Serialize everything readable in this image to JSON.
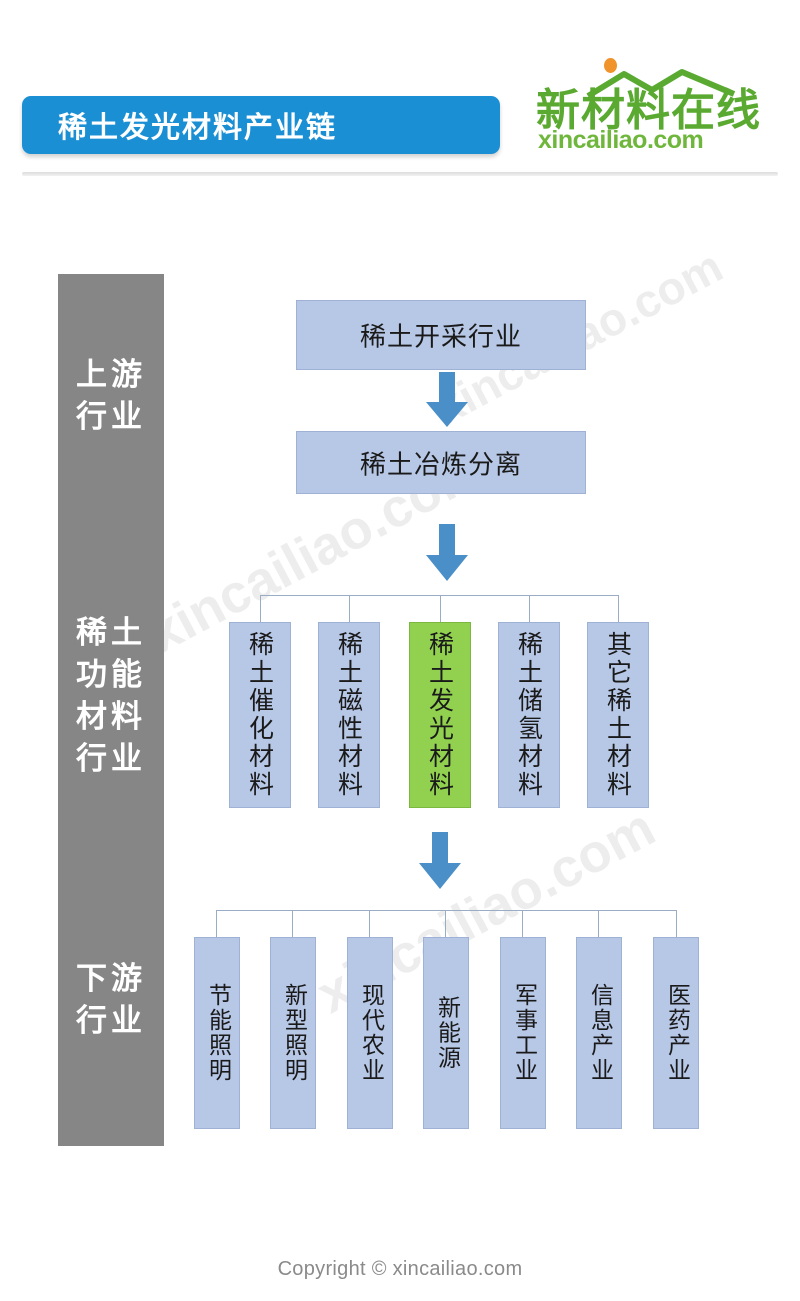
{
  "header": {
    "title": "稀土发光材料产业链",
    "logo": {
      "name_cn": "新材料在线",
      "url": "xincailiao.com",
      "brand_green": "#5aaa32",
      "sun_color": "#f0932b"
    },
    "banner_color": "#1b8fd4"
  },
  "watermarks": {
    "text_1": "xincailiao.com",
    "text_2": "xincailiao.com",
    "text_3": "xincailiao.com"
  },
  "stages": [
    {
      "label": "上游\n行业",
      "line1": "上游",
      "line2": "行业"
    },
    {
      "label": "稀土功能材料行业",
      "line1": "稀土",
      "line2": "功能",
      "line3": "材料",
      "line4": "行业"
    },
    {
      "label": "下游行业",
      "line1": "下游",
      "line2": "行业"
    }
  ],
  "chart_data": {
    "type": "diagram",
    "title": "稀土发光材料产业链",
    "stage_bar_color": "#868686",
    "node_color": "#b7c7e6",
    "highlight_color": "#92d14f",
    "arrow_color": "#4a8fc7",
    "nodes": {
      "upstream": [
        {
          "id": "mining",
          "label": "稀土开采行业",
          "orientation": "horizontal",
          "highlight": false
        },
        {
          "id": "smelting",
          "label": "稀土冶炼分离",
          "orientation": "horizontal",
          "highlight": false
        }
      ],
      "functional_materials": [
        {
          "id": "catalytic",
          "label": "稀土催化材料",
          "orientation": "vertical",
          "highlight": false
        },
        {
          "id": "magnetic",
          "label": "稀土磁性材料",
          "orientation": "vertical",
          "highlight": false
        },
        {
          "id": "luminescent",
          "label": "稀土发光材料",
          "orientation": "vertical",
          "highlight": true
        },
        {
          "id": "hydrogen-storage",
          "label": "稀土储氢材料",
          "orientation": "vertical",
          "highlight": false
        },
        {
          "id": "other",
          "label": "其它稀土材料",
          "orientation": "vertical",
          "highlight": false
        }
      ],
      "downstream": [
        {
          "id": "energy-saving-lighting",
          "label": "节能照明",
          "orientation": "vertical",
          "highlight": false
        },
        {
          "id": "new-lighting",
          "label": "新型照明",
          "orientation": "vertical",
          "highlight": false
        },
        {
          "id": "modern-agriculture",
          "label": "现代农业",
          "orientation": "vertical",
          "highlight": false
        },
        {
          "id": "new-energy",
          "label": "新能源",
          "orientation": "vertical",
          "highlight": false
        },
        {
          "id": "military-industry",
          "label": "军事工业",
          "orientation": "vertical",
          "highlight": false
        },
        {
          "id": "information-industry",
          "label": "信息产业",
          "orientation": "vertical",
          "highlight": false
        },
        {
          "id": "pharmaceutical-industry",
          "label": "医药产业",
          "orientation": "vertical",
          "highlight": false
        }
      ]
    },
    "edges": [
      {
        "from": "mining",
        "to": "smelting",
        "type": "arrow-down"
      },
      {
        "from": "smelting",
        "to": "functional_materials",
        "type": "arrow-down-fanout"
      },
      {
        "from": "luminescent",
        "to": "downstream",
        "type": "arrow-down-fanout"
      }
    ]
  },
  "footer": {
    "copyright": "Copyright © xincailiao.com"
  }
}
